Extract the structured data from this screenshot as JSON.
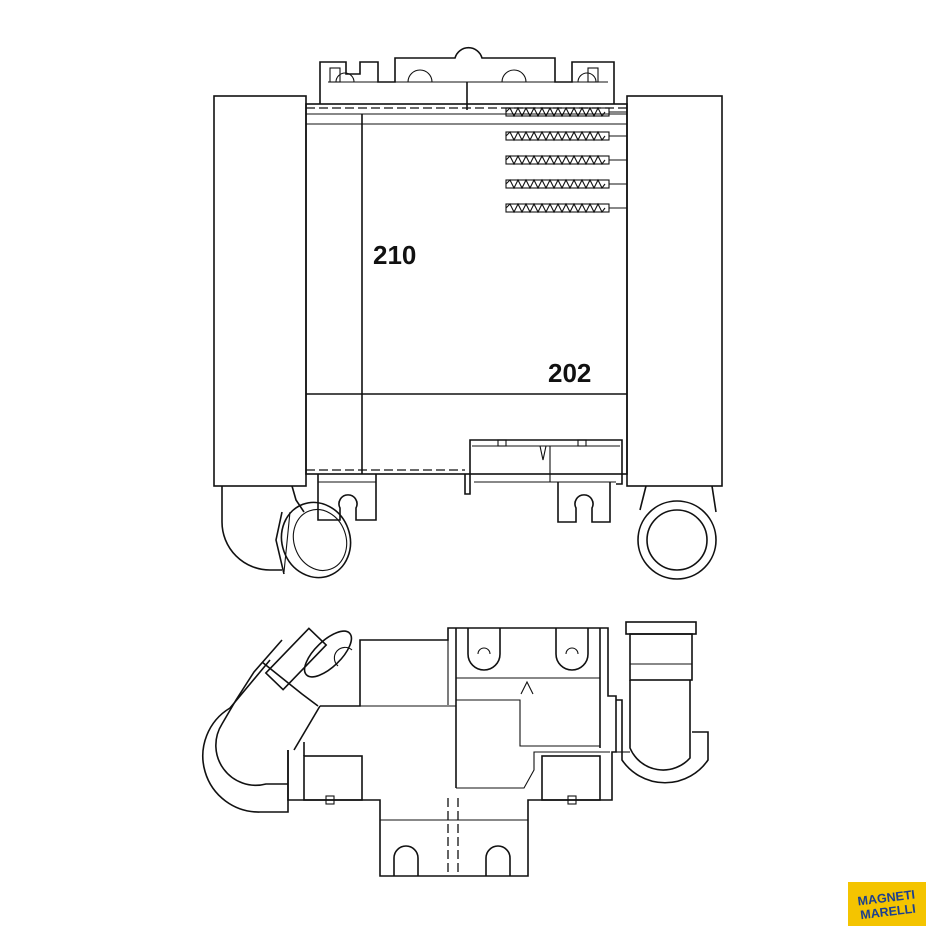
{
  "drawing": {
    "dimension_height": "210",
    "dimension_width": "202"
  },
  "logo": {
    "line1": "MAGNETI",
    "line2": "MARELLI",
    "bg_color": "#f4c400",
    "text_color": "#1b3f8f"
  }
}
